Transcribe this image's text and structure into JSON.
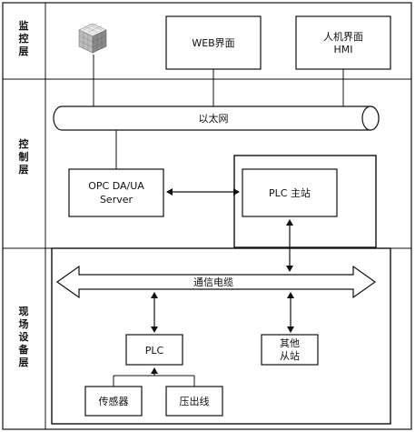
{
  "layers": [
    {
      "id": "monitor",
      "label_chars": [
        "监",
        "控",
        "层"
      ]
    },
    {
      "id": "control",
      "label_chars": [
        "控",
        "制",
        "层"
      ]
    },
    {
      "id": "field",
      "label_chars": [
        "现",
        "场",
        "设",
        "备",
        "层"
      ]
    }
  ],
  "nodes": {
    "web": {
      "lines": [
        "WEB界面"
      ]
    },
    "hmi": {
      "lines": [
        "人机界面",
        "HMI"
      ]
    },
    "ethernet": {
      "lines": [
        "以太网"
      ]
    },
    "opc": {
      "lines": [
        "OPC DA/UA",
        "Server"
      ]
    },
    "plc_master": {
      "lines": [
        "PLC 主站"
      ]
    },
    "comm_cable": {
      "lines": [
        "通信电缆"
      ]
    },
    "plc": {
      "lines": [
        "PLC"
      ]
    },
    "other_slave": {
      "lines": [
        "其他",
        "从站"
      ]
    },
    "sensor": {
      "lines": [
        "传感器"
      ]
    },
    "press_line": {
      "lines": [
        "压出线"
      ]
    }
  },
  "icons": {
    "server_icon": "cube-grid-icon"
  },
  "colors": {
    "stroke": "#111111",
    "cube_light": "#e8e8e8",
    "cube_dark": "#8a8a8a"
  }
}
